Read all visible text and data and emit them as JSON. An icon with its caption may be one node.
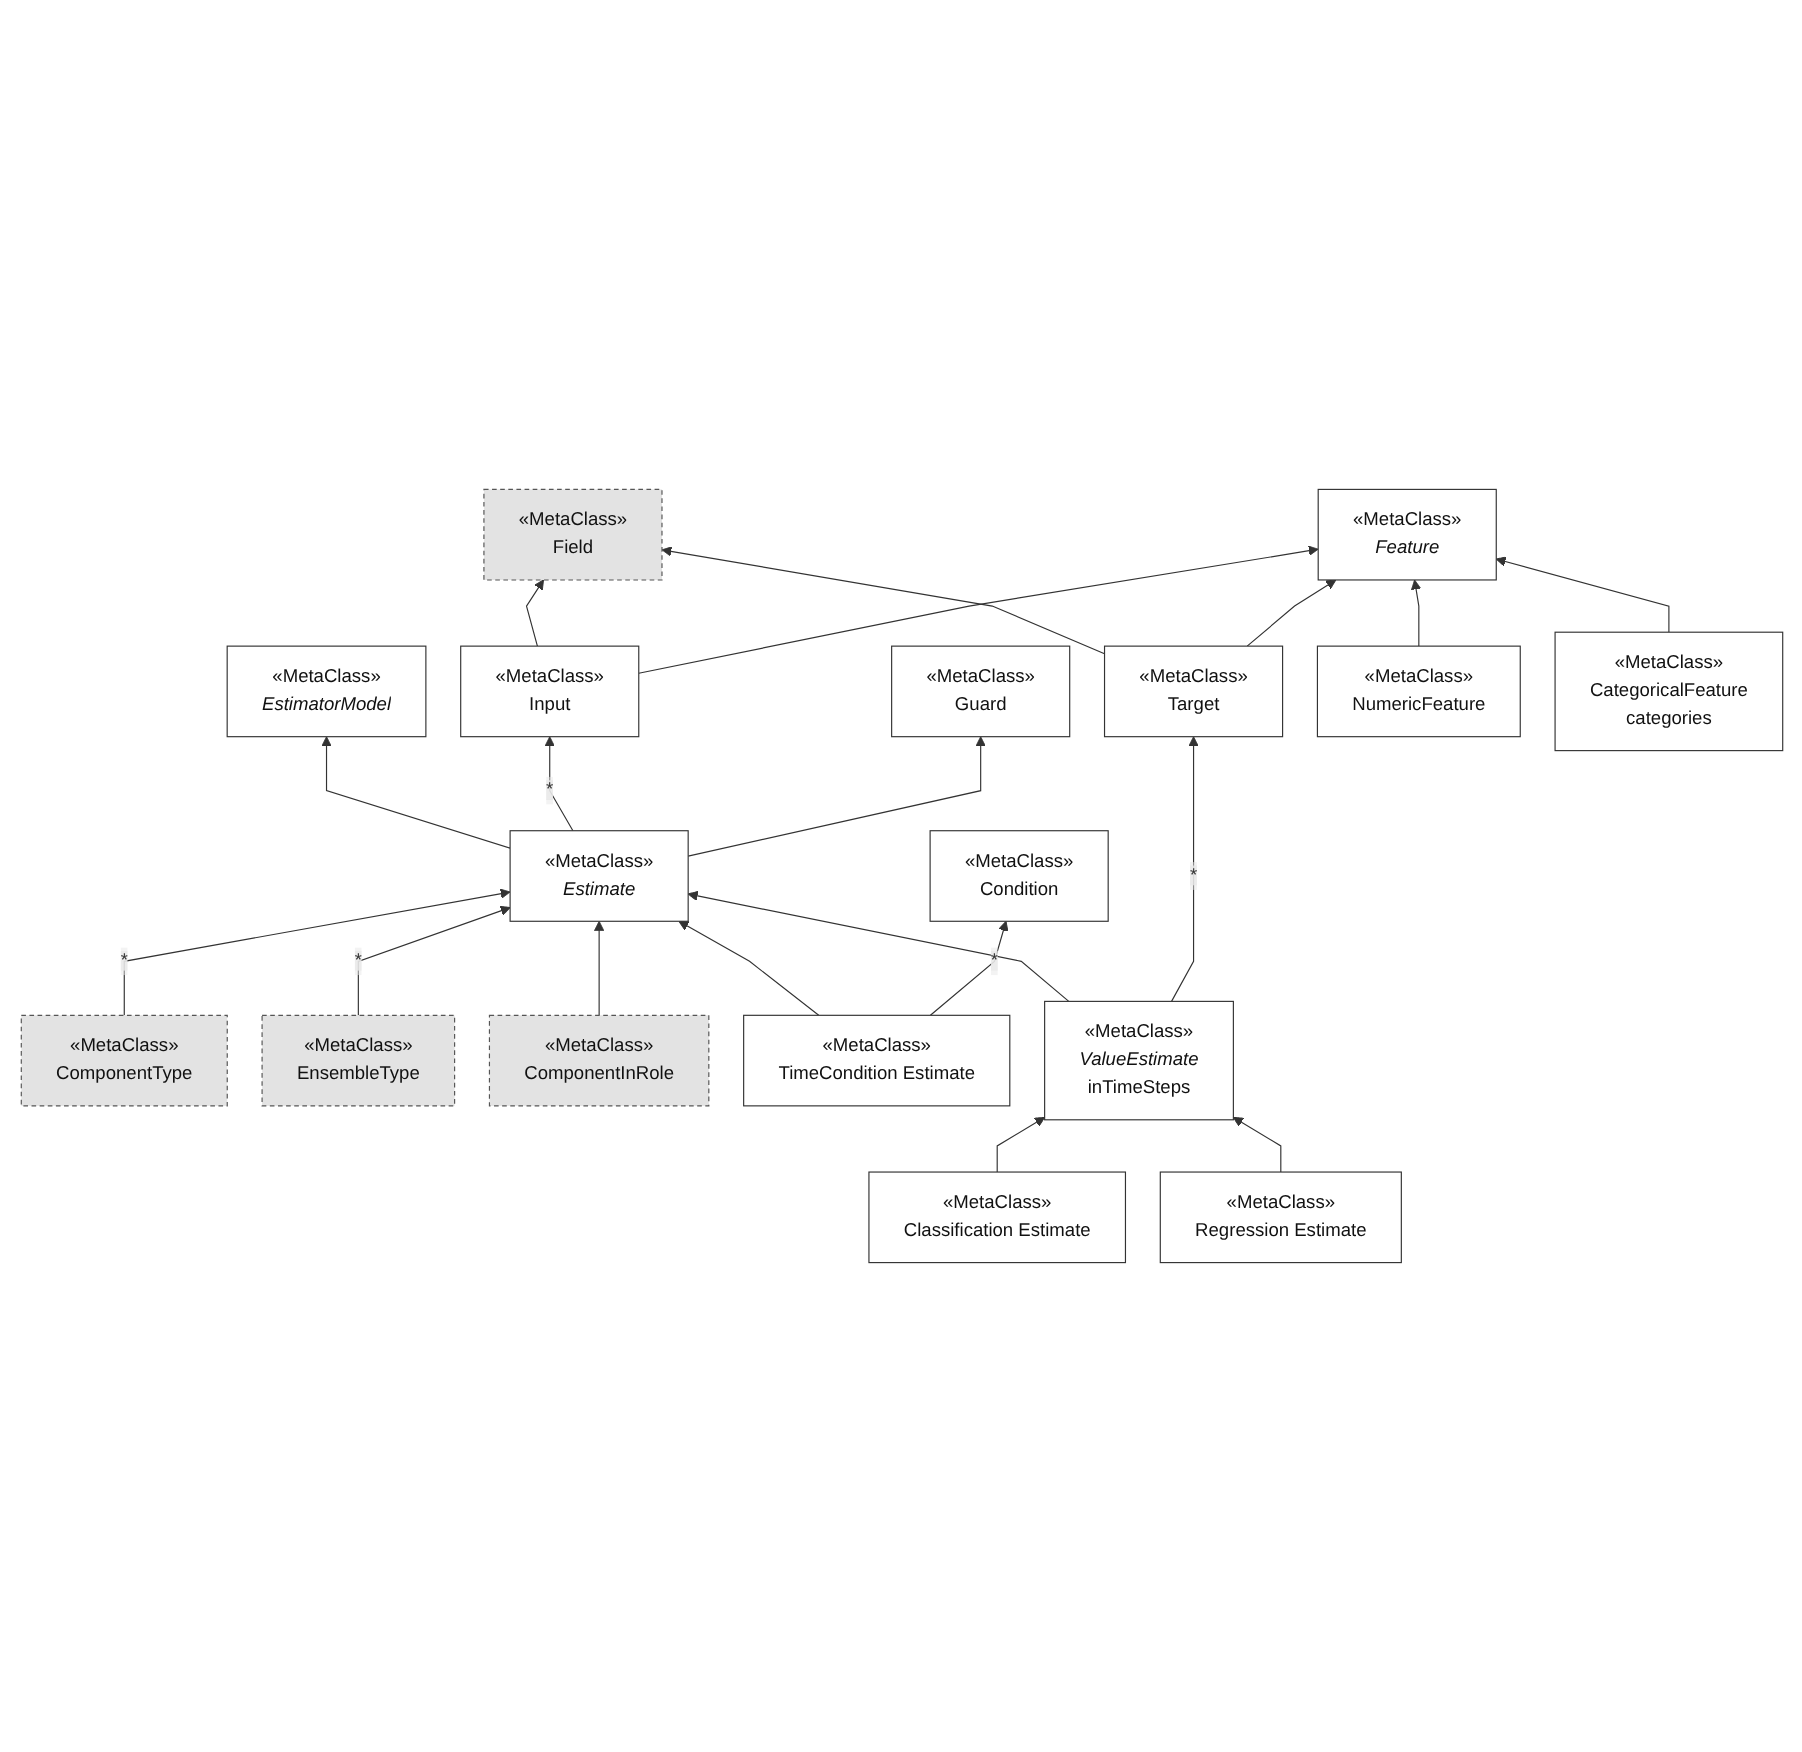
{
  "diagram": {
    "nodes": [
      {
        "text": [
          "«MetaClass»",
          "NumericFeature"
        ]
      },
      {
        "text": [
          "«MetaClass»",
          "CategoricalFeature",
          "categories"
        ]
      },
      {
        "text": [
          "«MetaClass»",
          "Feature"
        ]
      },
      {
        "text": [
          "«MetaClass»",
          "Field"
        ]
      },
      {
        "text": [
          "«MetaClass»",
          "EstimatorModel"
        ]
      },
      {
        "text": [
          "«MetaClass»",
          "ComponentType"
        ]
      },
      {
        "text": [
          "«MetaClass»",
          "EnsembleType"
        ]
      },
      {
        "text": [
          "«MetaClass»",
          "Estimate"
        ]
      },
      {
        "text": [
          "«MetaClass»",
          "Input"
        ]
      },
      {
        "text": [
          "«MetaClass»",
          "ComponentInRole"
        ]
      },
      {
        "text": [
          "«MetaClass»",
          "Guard"
        ]
      },
      {
        "text": [
          "«MetaClass»",
          "TimeCondition Estimate"
        ]
      },
      {
        "text": [
          "«MetaClass»",
          "ValueEstimate",
          "inTimeSteps"
        ]
      },
      {
        "text": [
          "«MetaClass»",
          "Target"
        ]
      },
      {
        "text": [
          "«MetaClass»",
          "Condition"
        ]
      },
      {
        "text": [
          "«MetaClass»",
          "Classification Estimate"
        ]
      },
      {
        "text": [
          "«MetaClass»",
          "Regression Estimate"
        ]
      }
    ],
    "edges": [
      {
        "from": 0,
        "to": 2,
        "arrow": "to"
      },
      {
        "from": 1,
        "to": 2,
        "arrow": "to"
      },
      {
        "from": 8,
        "to": 3,
        "arrow": "to"
      },
      {
        "from": 13,
        "to": 3,
        "arrow": "to"
      },
      {
        "from": 13,
        "to": 2,
        "arrow": "to"
      },
      {
        "from": 8,
        "to": 2,
        "arrow": "to"
      },
      {
        "from": 7,
        "to": 4,
        "arrow": "to"
      },
      {
        "from": 5,
        "to": 7,
        "arrow": "to",
        "label": "*"
      },
      {
        "from": 6,
        "to": 7,
        "arrow": "to",
        "label": "*"
      },
      {
        "from": 9,
        "to": 7,
        "arrow": "to"
      },
      {
        "from": 7,
        "to": 8,
        "arrow": "to",
        "label": "*"
      },
      {
        "from": 7,
        "to": 10,
        "arrow": "to"
      },
      {
        "from": 11,
        "to": 7,
        "arrow": "to"
      },
      {
        "from": 12,
        "to": 7,
        "arrow": "to"
      },
      {
        "from": 11,
        "to": 14,
        "arrow": "to",
        "label": "*"
      },
      {
        "from": 12,
        "to": 13,
        "arrow": "to",
        "label": "*"
      },
      {
        "from": 15,
        "to": 12,
        "arrow": "to"
      },
      {
        "from": 16,
        "to": 12,
        "arrow": "to"
      }
    ]
  }
}
